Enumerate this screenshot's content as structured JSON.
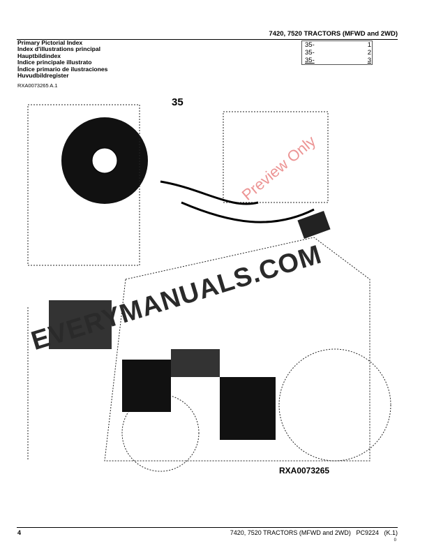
{
  "header": {
    "title": "7420, 7520 TRACTORS (MFWD and 2WD)"
  },
  "index_titles": [
    "Primary Pictorial Index",
    "Index d'illustrations principal",
    "Hauptbildindex",
    "Indice principale illustrato",
    "Índice primario de ilustraciones",
    "Huvudbildregister"
  ],
  "reference": "RXA0073265 A.1",
  "index_table": [
    {
      "group": "35-",
      "page": "1"
    },
    {
      "group": "35-",
      "page": "2"
    },
    {
      "group": "35-",
      "page": "3"
    }
  ],
  "figure": {
    "number": "35",
    "id_label": "RXA0073265"
  },
  "watermark": {
    "text": "EVERYMANUALS.COM",
    "preview": "Preview Only"
  },
  "footer": {
    "page": "4",
    "title": "7420, 7520 TRACTORS (MFWD and 2WD)",
    "code": "PC9224",
    "rev": "(K.1)",
    "sub": "0"
  }
}
